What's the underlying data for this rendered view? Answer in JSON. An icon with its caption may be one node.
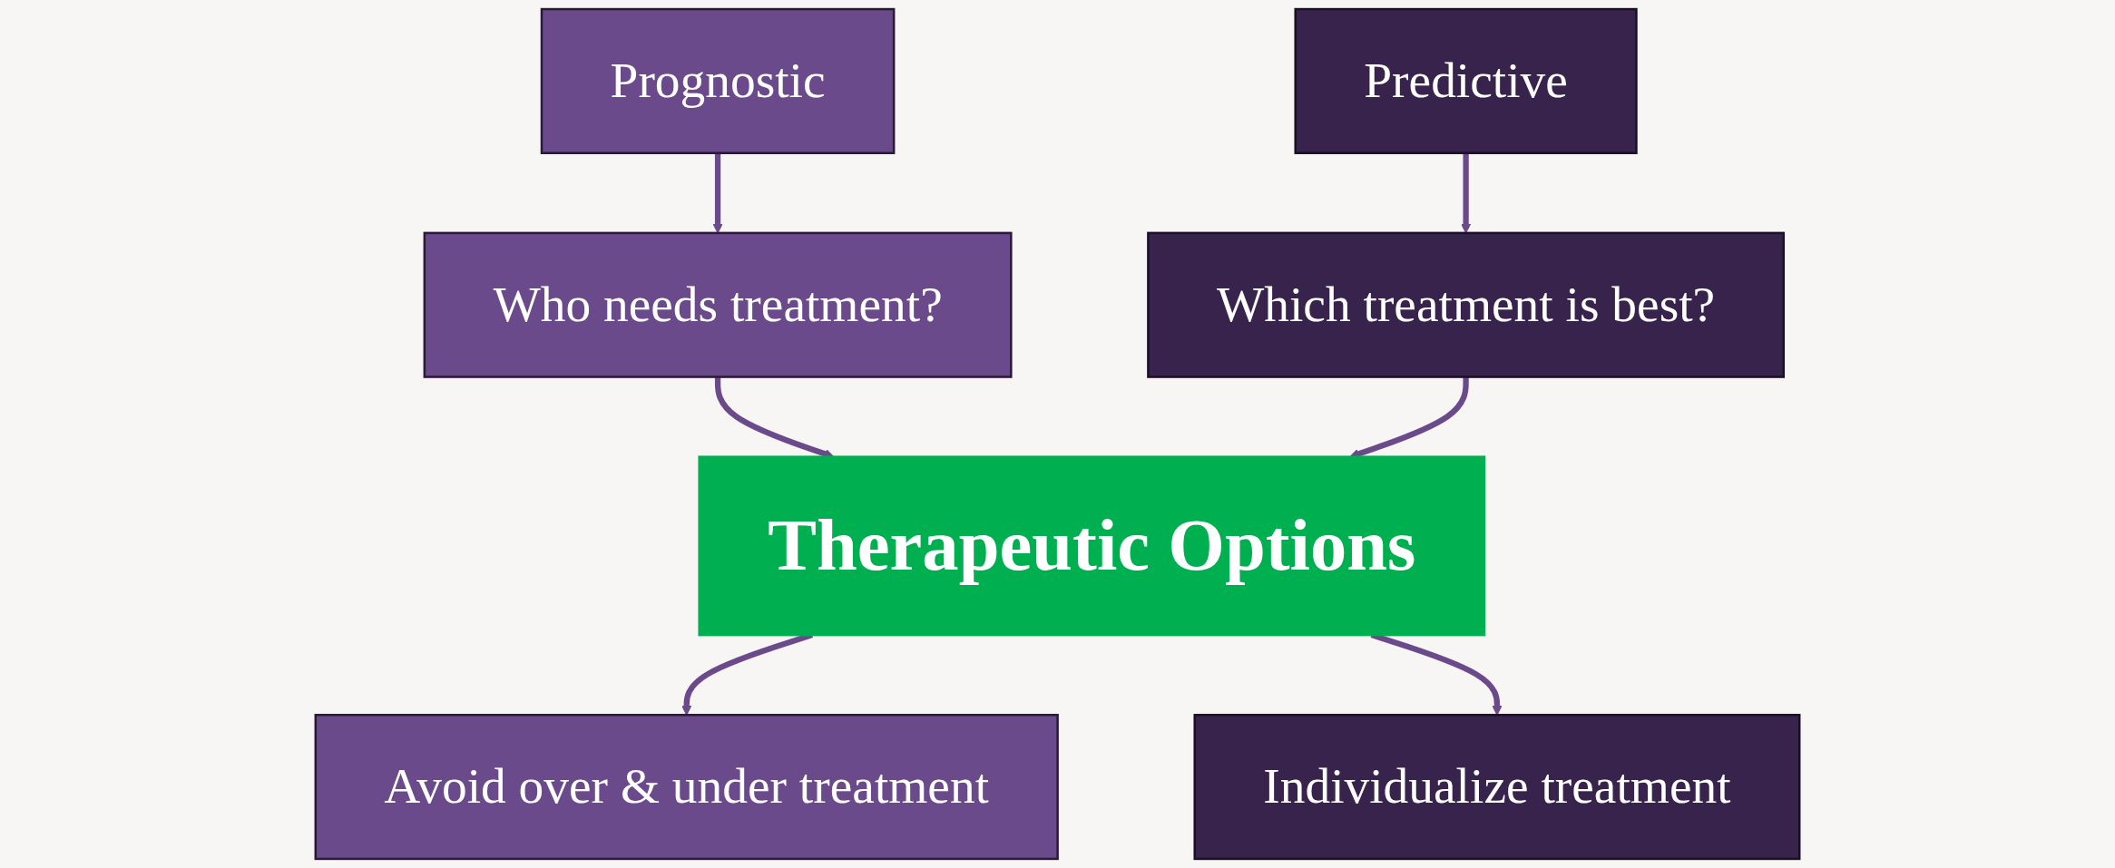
{
  "diagram": {
    "nodes": [
      {
        "text": [
          "Prognostic"
        ]
      },
      {
        "text": [
          "Predictive"
        ]
      },
      {
        "text": [
          "Who needs treatment?"
        ]
      },
      {
        "text": [
          "Which treatment is best?"
        ]
      },
      {
        "text": [
          "Therapeutic Options"
        ]
      },
      {
        "text": [
          "Avoid over & under treatment"
        ]
      },
      {
        "text": [
          "Individualize treatment"
        ]
      }
    ],
    "edges": [
      {
        "from": 0,
        "to": 2,
        "arrow": "to"
      },
      {
        "from": 1,
        "to": 3,
        "arrow": "to"
      },
      {
        "from": 2,
        "to": 4,
        "arrow": "to"
      },
      {
        "from": 3,
        "to": 4,
        "arrow": "to"
      },
      {
        "from": 4,
        "to": 5,
        "arrow": "to"
      },
      {
        "from": 4,
        "to": 6,
        "arrow": "to"
      }
    ]
  }
}
